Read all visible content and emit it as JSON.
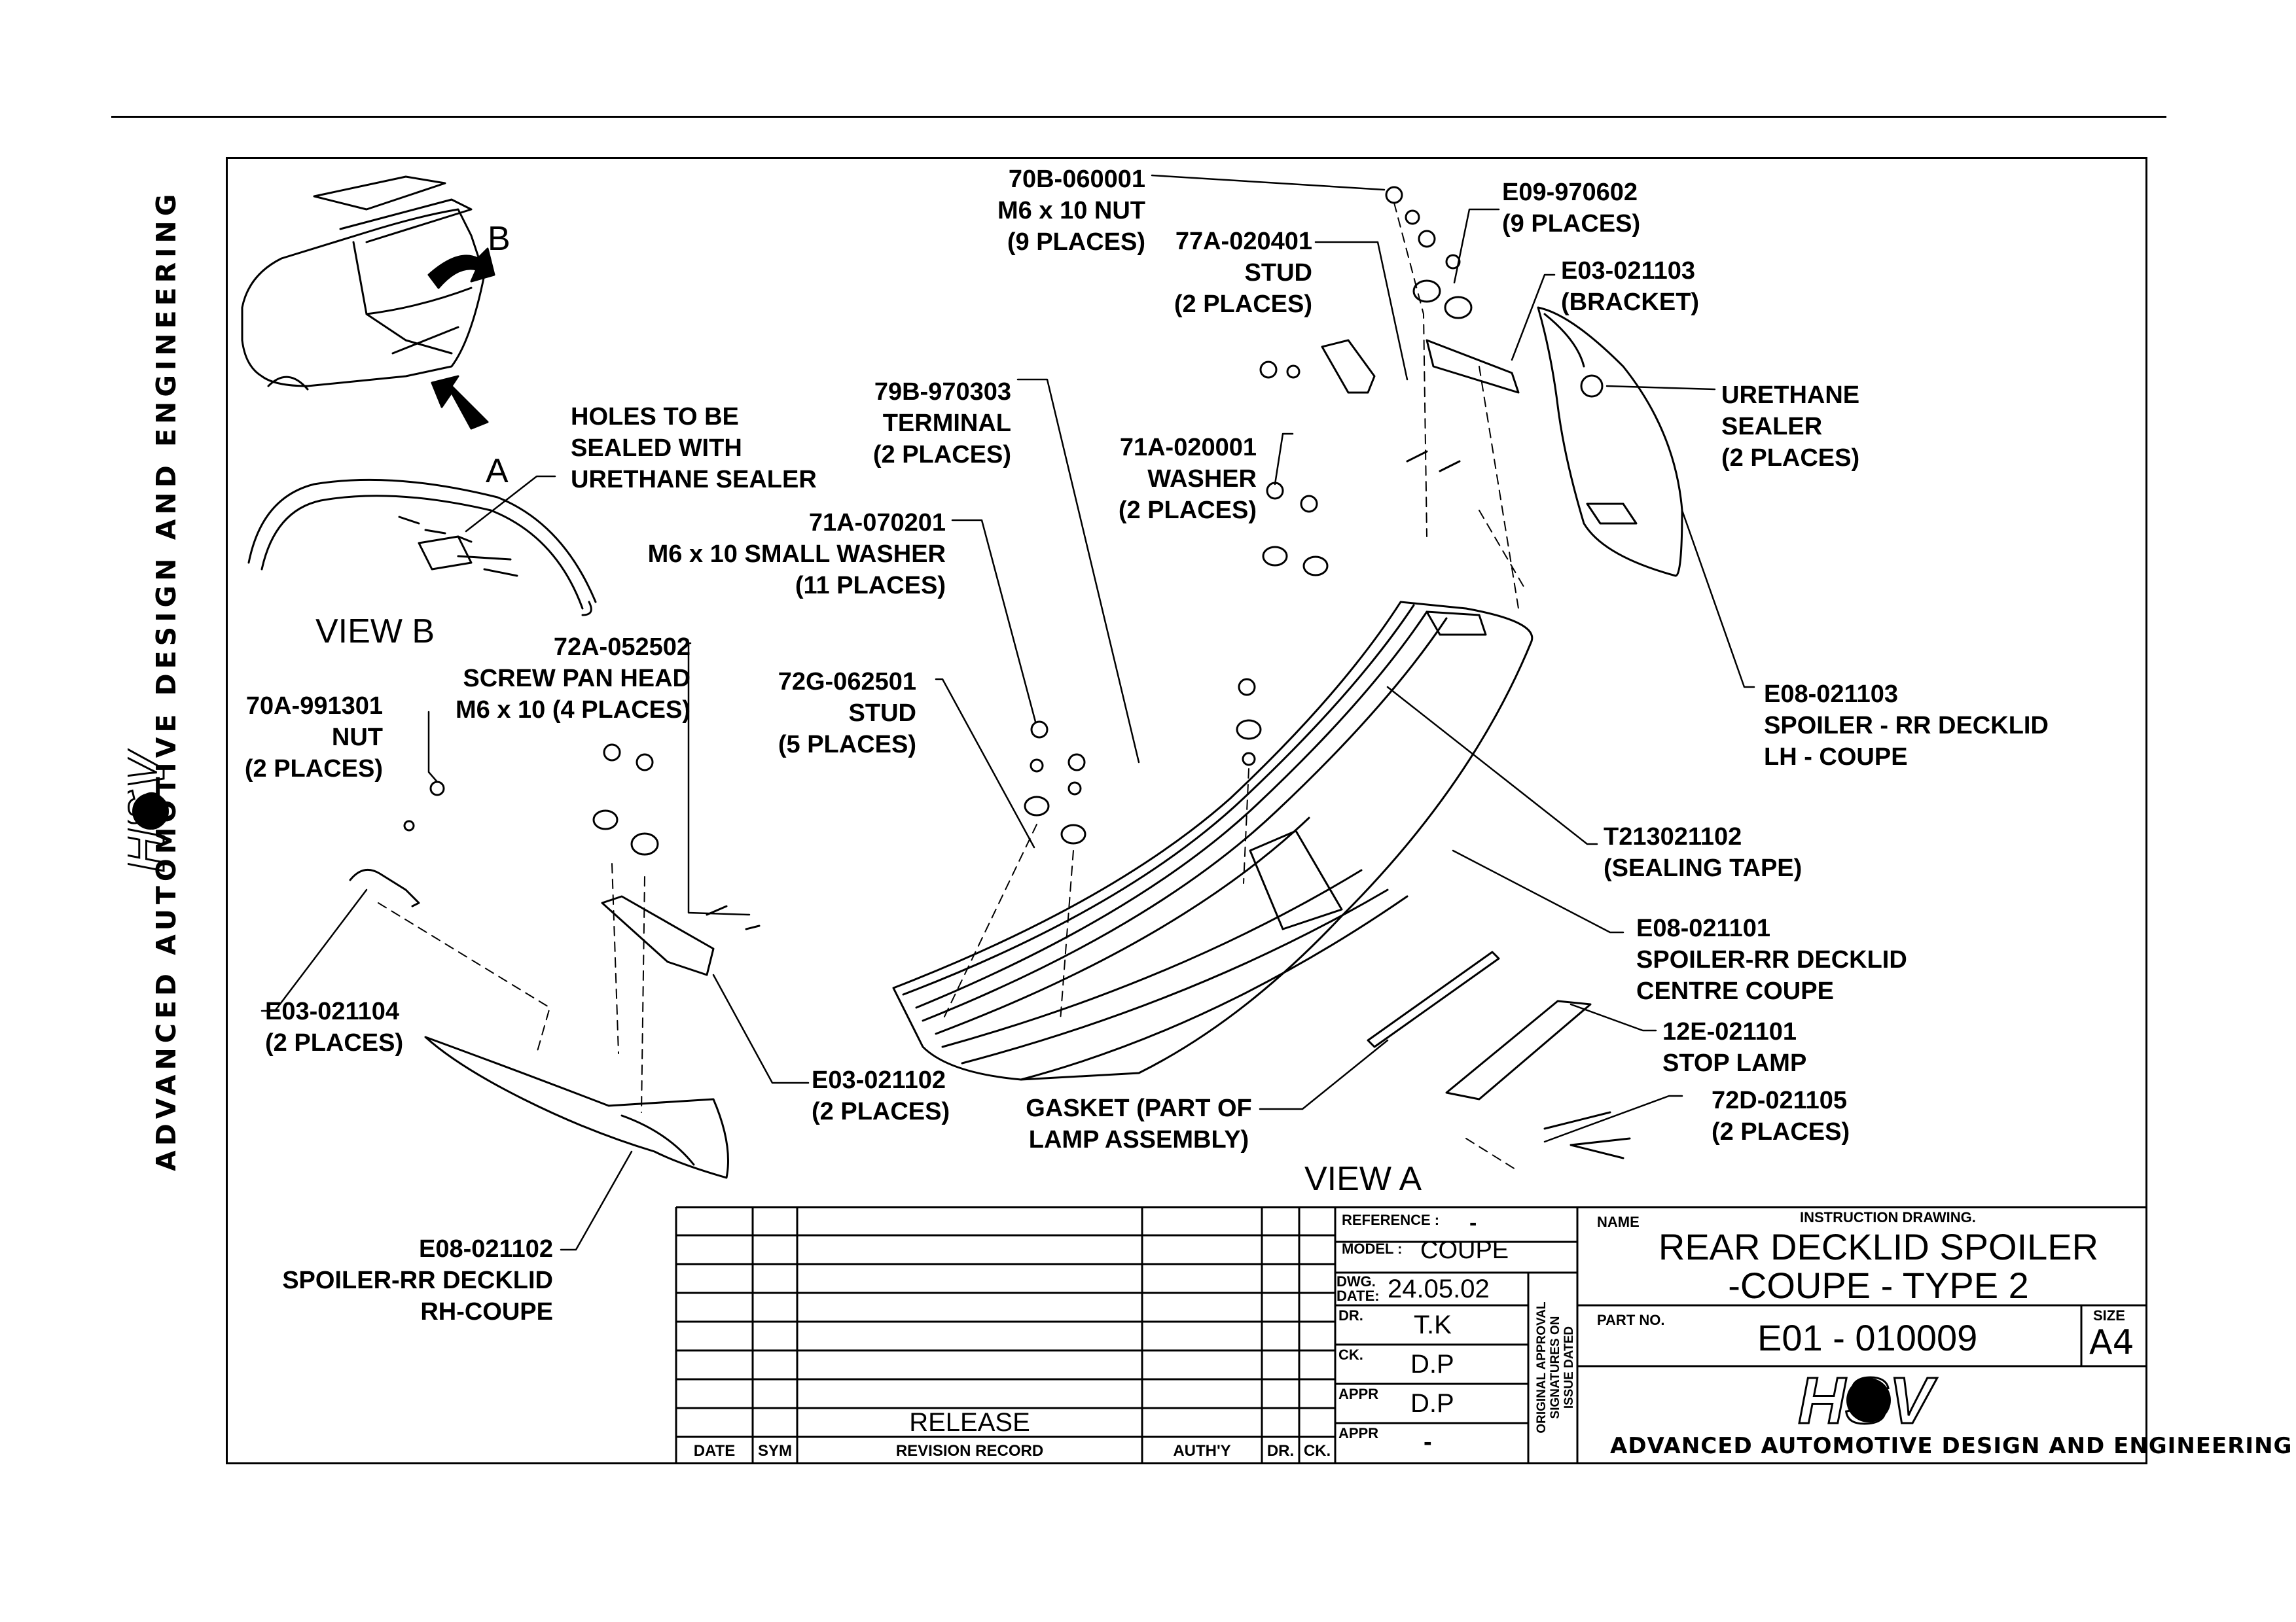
{
  "drawing": {
    "side_company": "ADVANCED AUTOMOTIVE DESIGN AND ENGINEERING",
    "logo_text": "HSV",
    "view_a": "VIEW A",
    "view_b": "VIEW B",
    "arrow_a": "A",
    "arrow_b": "B"
  },
  "callouts": {
    "holes": "HOLES TO BE\nSEALED WITH\nURETHANE SEALER",
    "nut_70a": "70A-991301\nNUT\n(2 PLACES)",
    "screw_72a": "72A-052502\nSCREW PAN HEAD\nM6 x 10 (4 PLACES)",
    "stud_72g": "72G-062501\nSTUD\n(5 PLACES)",
    "washer_71a_07": "71A-070201\nM6 x 10 SMALL WASHER\n(11 PLACES)",
    "terminal_79b": "79B-970303\nTERMINAL\n(2 PLACES)",
    "nut_70b": "70B-060001\nM6 x 10 NUT\n(9 PLACES)",
    "stud_77a": "77A-020401\nSTUD\n(2 PLACES)",
    "washer_71a_02": "71A-020001\nWASHER\n(2 PLACES)",
    "e09": "E09-970602\n(9 PLACES)",
    "bracket_e03_03": "E03-021103\n(BRACKET)",
    "urethane": "URETHANE\nSEALER\n(2 PLACES)",
    "spoiler_lh": "E08-021103\nSPOILER - RR DECKLID\nLH - COUPE",
    "sealing_tape": "T213021102\n(SEALING TAPE)",
    "spoiler_centre": "E08-021101\nSPOILER-RR DECKLID\nCENTRE COUPE",
    "stop_lamp": "12E-021101\nSTOP LAMP",
    "screw_72d": "72D-021105\n(2 PLACES)",
    "gasket": "GASKET (PART OF\nLAMP ASSEMBLY)",
    "bracket_e03_02": "E03-021102\n(2 PLACES)",
    "bracket_e03_04": "E03-021104\n(2 PLACES)",
    "spoiler_rh": "E08-021102\nSPOILER-RR DECKLID\nRH-COUPE"
  },
  "title_block": {
    "reference_label": "REFERENCE :",
    "reference_value": "-",
    "model_label": "MODEL :",
    "model_value": "COUPE",
    "dwg_date_label": "DWG.\nDATE:",
    "dwg_date_value": "24.05.02",
    "dr_label": "DR.",
    "dr_value": "T.K",
    "ck_label": "CK.",
    "ck_value": "D.P",
    "appr_label": "APPR",
    "appr_value": "D.P",
    "appr2_label": "APPR",
    "appr2_value": "-",
    "approval_note": "ORIGINAL APPROVAL\nSIGNATURES ON\nISSUE DATED",
    "name_label": "NAME",
    "instruction": "INSTRUCTION DRAWING.",
    "title_line1": "REAR DECKLID SPOILER",
    "title_line2": "-COUPE - TYPE 2",
    "part_no_label": "PART NO.",
    "part_no": "E01 - 010009",
    "size_label": "SIZE",
    "size_value": "A4",
    "company": "ADVANCED AUTOMOTIVE DESIGN AND ENGINEERING",
    "release": "RELEASE",
    "col_date": "DATE",
    "col_sym": "SYM",
    "col_revision": "REVISION RECORD",
    "col_auth": "AUTH'Y",
    "col_dr": "DR.",
    "col_ck": "CK."
  }
}
